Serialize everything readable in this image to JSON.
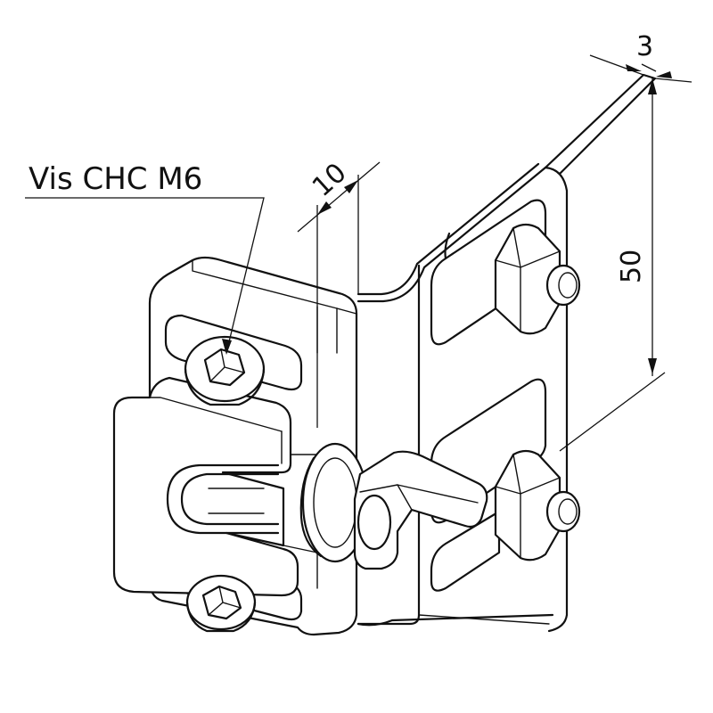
{
  "callout": {
    "screw_label": "Vis CHC M6"
  },
  "dimensions": {
    "thickness": "3",
    "height": "50",
    "offset": "10"
  }
}
